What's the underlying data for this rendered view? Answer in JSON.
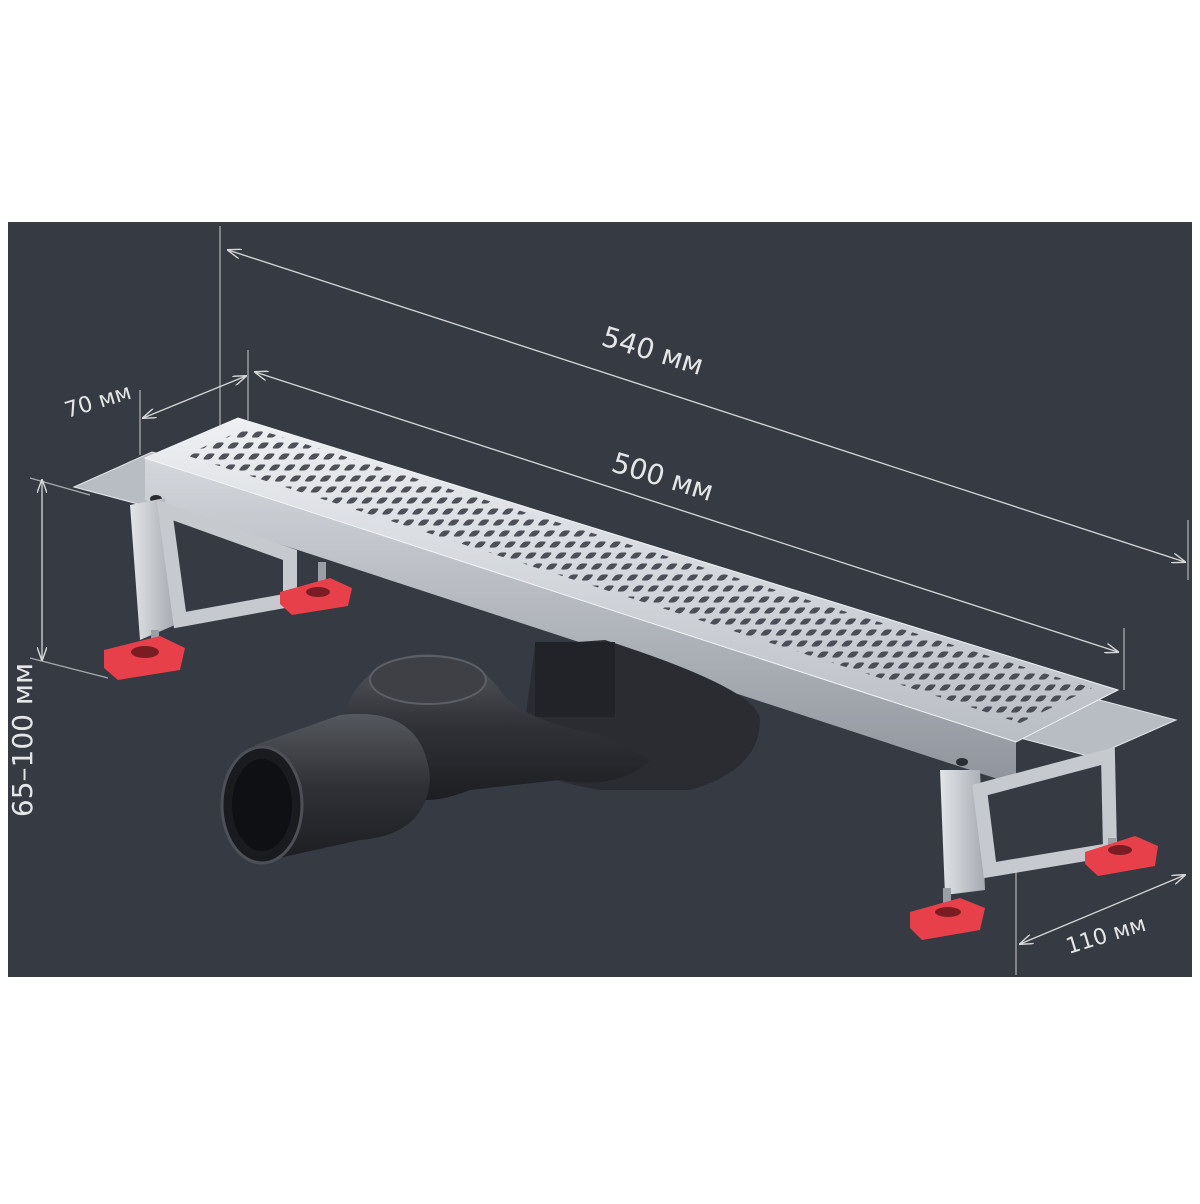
{
  "diagram": {
    "background_color": "#363a42",
    "accent_color": "#e8404a",
    "steel_color": "#c9ccd1",
    "dimension_line_color": "#d8d8d8"
  },
  "dimensions": {
    "overall_length": "540 мм",
    "grate_length": "500 мм",
    "grate_width": "70 мм",
    "height_range": "65–100 мм",
    "outlet_width": "110 мм"
  }
}
